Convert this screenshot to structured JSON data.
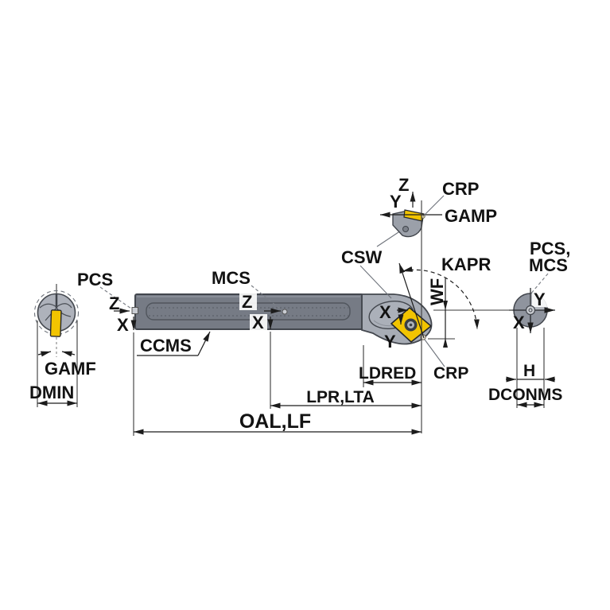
{
  "drawing": {
    "title": "Boring bar tool dimensional drawing",
    "axes": {
      "x": "X",
      "y": "Y",
      "z": "Z"
    },
    "callouts": {
      "pcs": "PCS",
      "mcs": "MCS",
      "ccms": "CCMS",
      "csw": "CSW",
      "crp": "CRP",
      "gamp": "GAMP",
      "pcs_mcs_line1": "PCS,",
      "pcs_mcs_line2": "MCS"
    },
    "dimensions": {
      "kapr": "KAPR",
      "wf": "WF",
      "gamf": "GAMF",
      "dmin": "DMIN",
      "ldred": "LDRED",
      "lpr_lta": "LPR,LTA",
      "oal_lf": "OAL,LF",
      "h": "H",
      "dconms": "DCONMS"
    },
    "colors": {
      "insert_yellow": "#F2C400",
      "bar_gray": "#767B85",
      "head_gray": "#A7ACB5",
      "end_view_gray": "#AEB2BB",
      "back_view_gray": "#8F949E",
      "line_black": "#1C1C1C",
      "background": "#FFFFFF"
    }
  }
}
